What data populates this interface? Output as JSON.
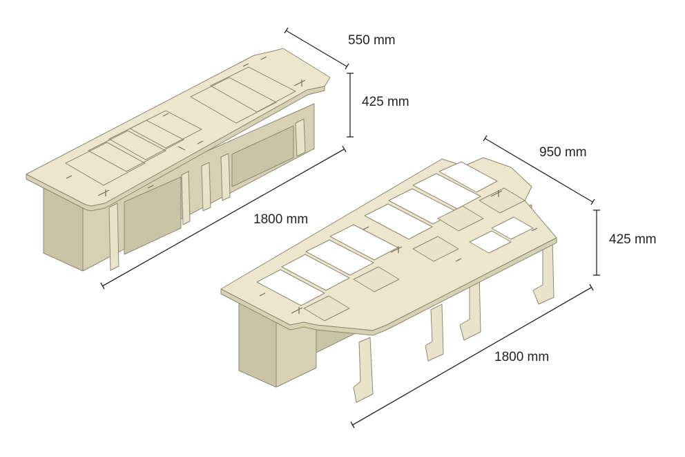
{
  "diagram": {
    "compact": {
      "depth_label": "550 mm",
      "height_label": "425 mm",
      "length_label": "1800 mm"
    },
    "extended": {
      "depth_label": "950 mm",
      "height_label": "425 mm",
      "length_label": "1800 mm"
    }
  }
}
